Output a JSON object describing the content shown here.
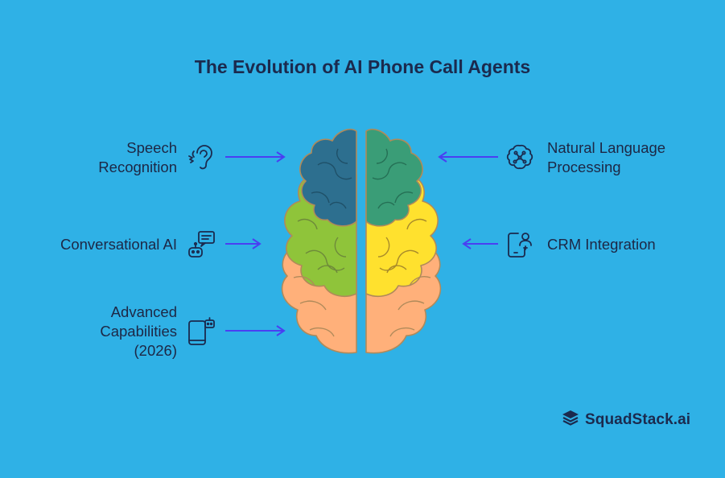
{
  "title": "The Evolution of AI Phone Call Agents",
  "left_items": [
    {
      "line1": "Speech",
      "line2": "Recognition",
      "icon": "ear-icon"
    },
    {
      "line1": "Conversational AI",
      "icon": "robot-chat-icon"
    },
    {
      "line1": "Advanced",
      "line2": "Capabilities",
      "line3": "(2026)",
      "icon": "phone-robot-icon"
    }
  ],
  "right_items": [
    {
      "line1": "Natural Language",
      "line2": "Processing",
      "icon": "brain-network-icon"
    },
    {
      "line1": "CRM Integration",
      "icon": "phone-user-icon"
    }
  ],
  "brand": {
    "name": "SquadStack.ai"
  },
  "colors": {
    "background": "#2fb1e6",
    "arrow": "#4a3ff2",
    "brain_top_left": "#2d6f8f",
    "brain_top_right": "#3a9d77",
    "brain_mid_left": "#8fc43a",
    "brain_mid_right": "#ffe12e",
    "brain_bottom": "#ffb07a",
    "text": "#1d2745"
  }
}
